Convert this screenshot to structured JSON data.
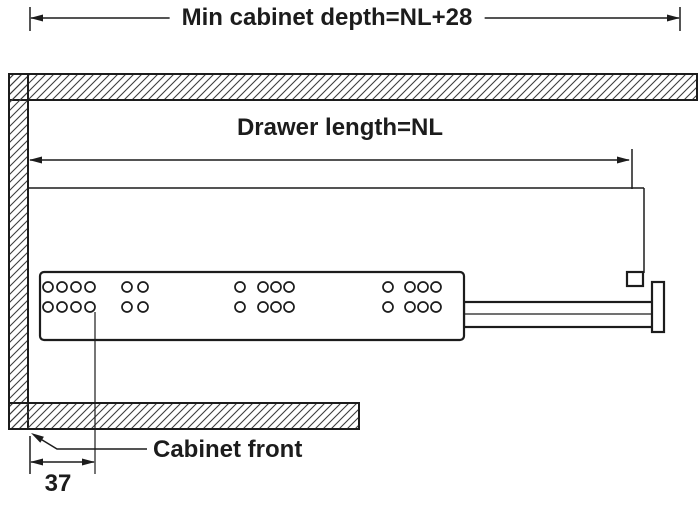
{
  "colors": {
    "background": "#ffffff",
    "line": "#1c1c1c"
  },
  "labels": {
    "cabinet_depth": "Min cabinet depth=NL+28",
    "drawer_length": "Drawer length=NL",
    "cabinet_front": "Cabinet front",
    "front_offset": "37"
  },
  "rail_holes": {
    "rows_y": [
      287,
      307
    ],
    "columns_x": [
      48,
      62,
      76,
      90,
      127,
      143,
      240,
      263,
      276,
      289,
      388,
      410,
      423,
      436
    ],
    "radius": 5
  }
}
